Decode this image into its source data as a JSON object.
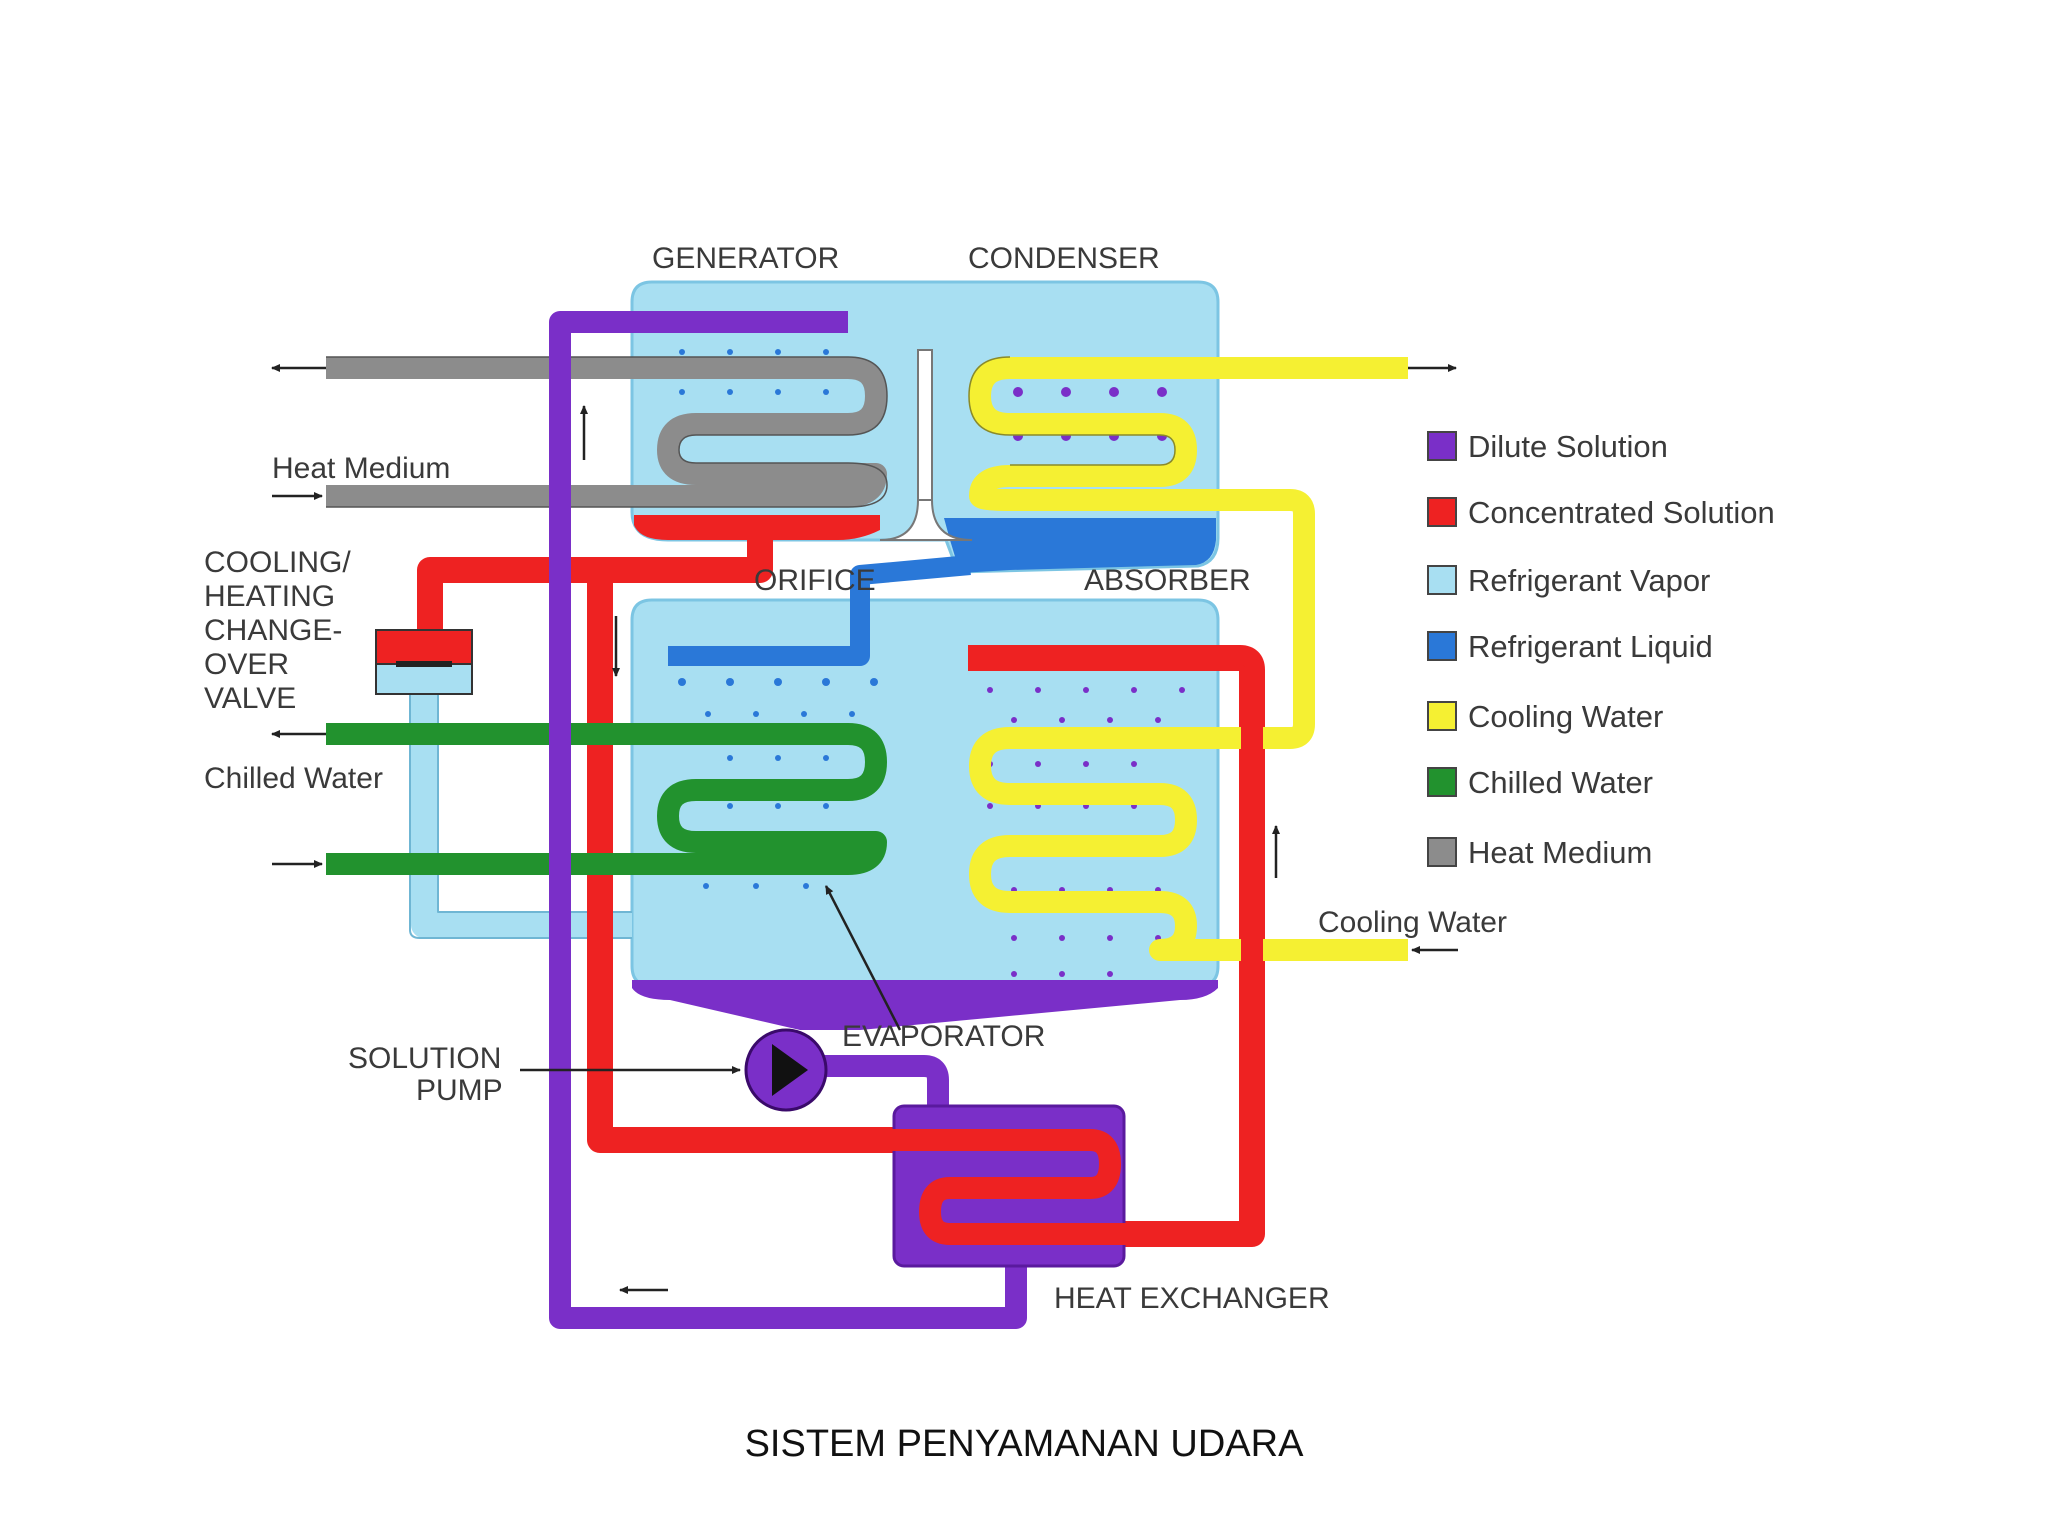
{
  "caption": "SISTEM PENYAMANAN UDARA",
  "labels": {
    "generator": "GENERATOR",
    "condenser": "CONDENSER",
    "orifice": "ORIFICE",
    "absorber": "ABSORBER",
    "evaporator": "EVAPORATOR",
    "heat_exchanger": "HEAT EXCHANGER",
    "solution_pump": [
      "SOLUTION",
      "PUMP"
    ],
    "heat_medium": "Heat Medium",
    "valve": [
      "COOLING/",
      "HEATING",
      "CHANGE-",
      "OVER",
      "VALVE"
    ],
    "chilled_water": "Chilled Water",
    "cooling_water": "Cooling Water"
  },
  "legend": [
    {
      "label": "Dilute Solution",
      "color": "#7a2fc8"
    },
    {
      "label": "Concentrated Solution",
      "color": "#ee2222"
    },
    {
      "label": "Refrigerant Vapor",
      "color": "#a8dff2"
    },
    {
      "label": "Refrigerant Liquid",
      "color": "#2a78d8"
    },
    {
      "label": "Cooling Water",
      "color": "#f5f032"
    },
    {
      "label": "Chilled Water",
      "color": "#22922e"
    },
    {
      "label": "Heat Medium",
      "color": "#8c8c8c"
    }
  ],
  "colors": {
    "dilute": "#7a2fc8",
    "concentrated": "#ee2222",
    "vapor": "#a8dff2",
    "liquid": "#2a78d8",
    "cooling": "#f5f032",
    "chilled": "#22922e",
    "heat_medium": "#8c8c8c"
  }
}
